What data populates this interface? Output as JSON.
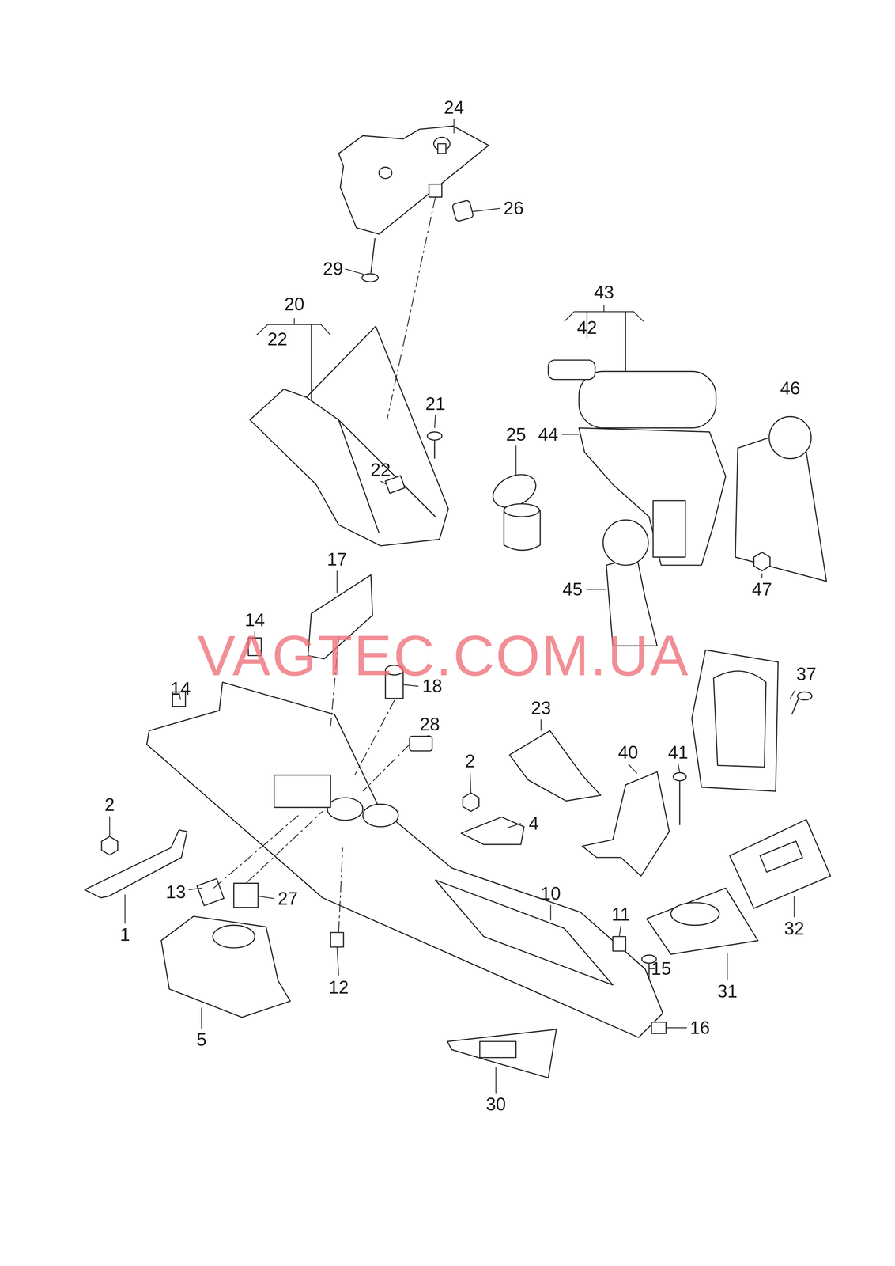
{
  "diagram": {
    "labels": [
      "24",
      "26",
      "29",
      "43",
      "20",
      "42",
      "22",
      "46",
      "21",
      "25",
      "44",
      "22",
      "17",
      "47",
      "45",
      "14",
      "VAGTEC.COM.UA",
      "37",
      "18",
      "14",
      "23",
      "28",
      "40",
      "41",
      "2",
      "2",
      "4",
      "32",
      "10",
      "11",
      "13",
      "27",
      "1",
      "15",
      "31",
      "12",
      "16",
      "5",
      "30"
    ]
  }
}
